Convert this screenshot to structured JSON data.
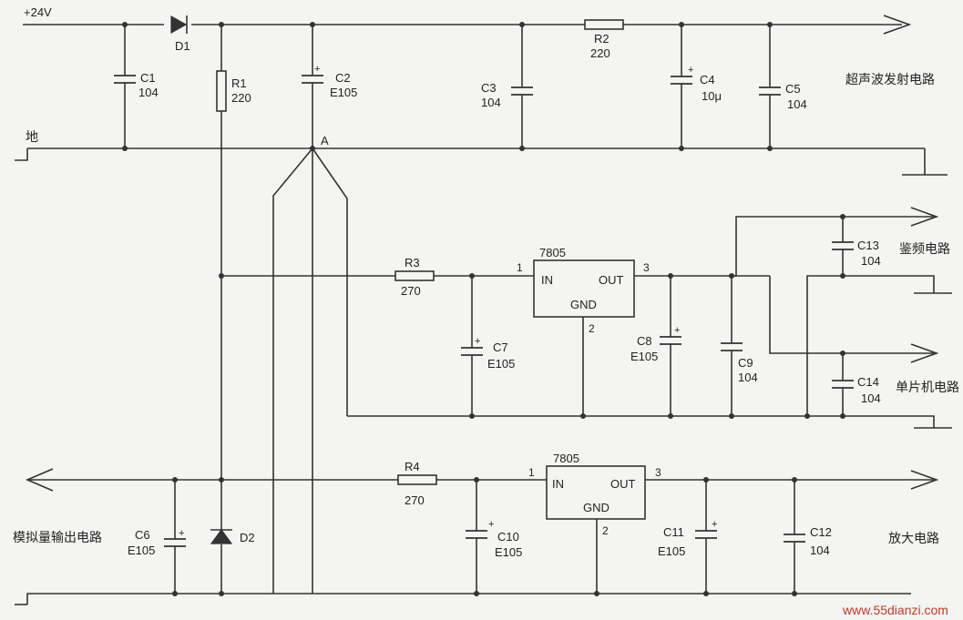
{
  "supply": {
    "voltage": "+24V",
    "ground": "地",
    "node_a": "A"
  },
  "diode_d1": {
    "name": "D1"
  },
  "diode_d2": {
    "name": "D2"
  },
  "resistors": {
    "r1": {
      "name": "R1",
      "value": "220"
    },
    "r2": {
      "name": "R2",
      "value": "220"
    },
    "r3": {
      "name": "R3",
      "value": "270"
    },
    "r4": {
      "name": "R4",
      "value": "270"
    }
  },
  "capacitors": {
    "c1": {
      "name": "C1",
      "value": "104"
    },
    "c2": {
      "name": "C2",
      "value": "E105"
    },
    "c3": {
      "name": "C3",
      "value": "104"
    },
    "c4": {
      "name": "C4",
      "value": "10μ"
    },
    "c5": {
      "name": "C5",
      "value": "104"
    },
    "c6": {
      "name": "C6",
      "value": "E105"
    },
    "c7": {
      "name": "C7",
      "value": "E105"
    },
    "c8": {
      "name": "C8",
      "value": "E105"
    },
    "c9": {
      "name": "C9",
      "value": "104"
    },
    "c10": {
      "name": "C10",
      "value": "E105"
    },
    "c11": {
      "name": "C11",
      "value": "E105"
    },
    "c12": {
      "name": "C12",
      "value": "104"
    },
    "c13": {
      "name": "C13",
      "value": "104"
    },
    "c14": {
      "name": "C14",
      "value": "104"
    }
  },
  "regulator_top": {
    "part": "7805",
    "in": "IN",
    "out": "OUT",
    "gnd": "GND",
    "pin1": "1",
    "pin2": "2",
    "pin3": "3"
  },
  "regulator_bottom": {
    "part": "7805",
    "in": "IN",
    "out": "OUT",
    "gnd": "GND",
    "pin1": "1",
    "pin2": "2",
    "pin3": "3"
  },
  "outputs": {
    "ultrasonic": "超声波发射电路",
    "frequency": "鉴频电路",
    "mcu": "单片机电路",
    "amplifier": "放大电路",
    "analog": "模拟量输出电路"
  },
  "watermark": "www.55dianzi.com",
  "colors": {
    "ink": "#333333",
    "paper": "#f4f4f2",
    "watermark": "#c0392b"
  }
}
